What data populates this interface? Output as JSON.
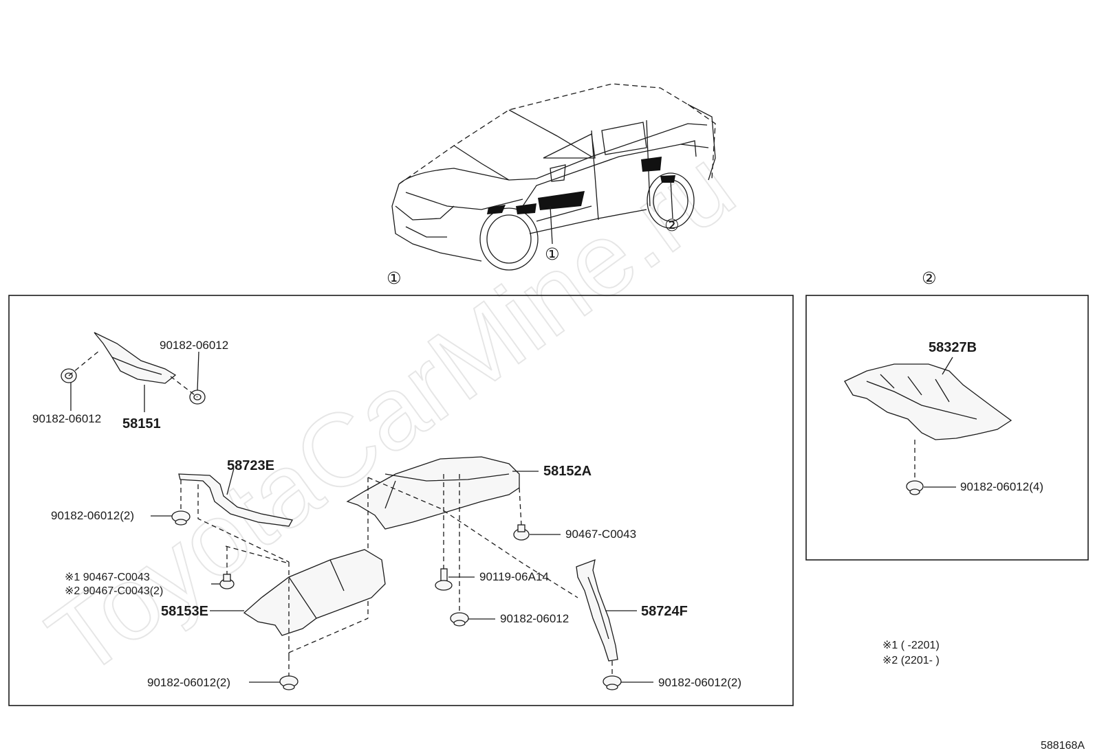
{
  "watermark": "ToyotaCarMine.ru",
  "figure_code": "588168A",
  "index_marks": {
    "one": "①",
    "two": "②"
  },
  "box1_parts": {
    "p58151": "58151",
    "p58151_clip_left": "90182-06012",
    "p58151_clip_right": "90182-06012",
    "p58723E": "58723E",
    "p58723E_clip": "90182-06012(2)",
    "p58152A": "58152A",
    "p58152A_clip_right": "90467-C0043",
    "p58152A_bolt": "90119-06A14",
    "p58152A_clip_bottom": "90182-06012",
    "p58153E": "58153E",
    "p58153E_note1": "※1 90467-C0043",
    "p58153E_note2": "※2 90467-C0043(2)",
    "p58153E_clip": "90182-06012(2)",
    "p58724F": "58724F",
    "p58724F_clip": "90182-06012(2)"
  },
  "box2_parts": {
    "p58327B": "58327B",
    "p58327B_clip": "90182-06012(4)"
  },
  "notes": {
    "note1": "※1 (      -2201)",
    "note2": "※2 (2201-      )"
  }
}
